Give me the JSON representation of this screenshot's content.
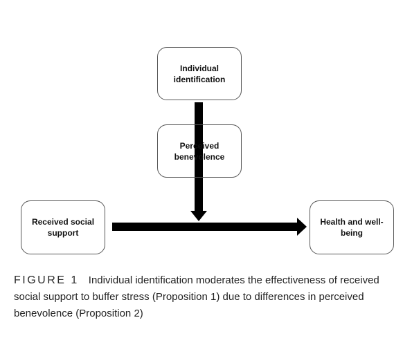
{
  "diagram": {
    "nodes": {
      "individual_identification": "Individual\nidentification",
      "perceived_benevolence": "Perceived\nbenevolence",
      "received_social_support": "Received social\nsupport",
      "health_and_wellbeing": "Health and well-\nbeing"
    },
    "colors": {
      "arrow": "#000000",
      "box_border": "#555555",
      "text": "#111111"
    }
  },
  "caption": {
    "label": "FIGURE 1",
    "text": "Individual identification moderates the effectiveness of received social support to buffer stress (Proposition 1) due to differences in perceived benevolence (Proposition 2)"
  }
}
